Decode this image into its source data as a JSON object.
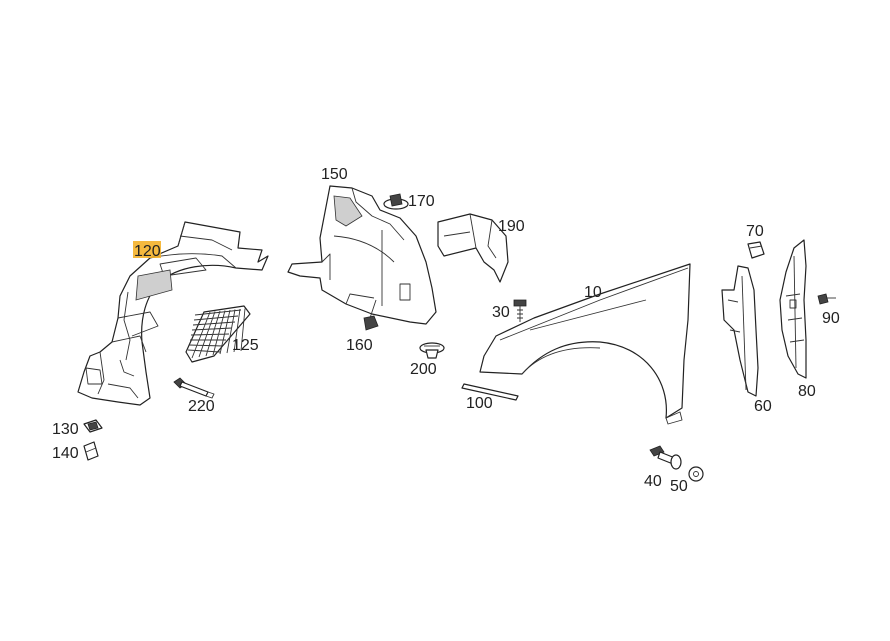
{
  "diagram": {
    "highlight_color": "#f4b12a",
    "parts": [
      {
        "id": "10",
        "name": "front-fender"
      },
      {
        "id": "30",
        "name": "screw"
      },
      {
        "id": "40",
        "name": "bolt"
      },
      {
        "id": "50",
        "name": "washer"
      },
      {
        "id": "60",
        "name": "fender-seal"
      },
      {
        "id": "70",
        "name": "clip"
      },
      {
        "id": "80",
        "name": "fender-bracket"
      },
      {
        "id": "90",
        "name": "screw"
      },
      {
        "id": "100",
        "name": "trim-strip"
      },
      {
        "id": "120",
        "name": "wheel-arch-liner",
        "highlighted": true
      },
      {
        "id": "125",
        "name": "grille-insert"
      },
      {
        "id": "130",
        "name": "clip"
      },
      {
        "id": "140",
        "name": "clip"
      },
      {
        "id": "150",
        "name": "rear-wheel-liner-section"
      },
      {
        "id": "160",
        "name": "clip"
      },
      {
        "id": "170",
        "name": "clip"
      },
      {
        "id": "190",
        "name": "insulation-panel"
      },
      {
        "id": "200",
        "name": "expansion-rivet"
      },
      {
        "id": "220",
        "name": "push-pin"
      }
    ]
  }
}
